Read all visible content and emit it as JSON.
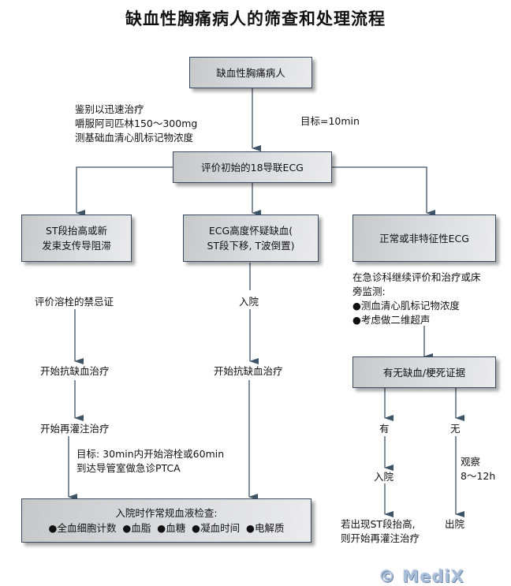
{
  "title": "缺血性胸痛病人的筛查和处理流程",
  "nodes": {
    "start": "缺血性胸痛病人",
    "ecg": "评价初始的18导联ECG",
    "st_elev": [
      "ST段抬高或新",
      "发束支传导阻滞"
    ],
    "ecg_ischemia": [
      "ECG高度怀疑缺血(",
      "ST段下移, T波倒置)"
    ],
    "normal_ecg": "正常或非特征性ECG",
    "evidence": "有无缺血/梗死证据",
    "blood_tests": {
      "heading": "入院时作常规血液检查:",
      "items": [
        "●全血细胞计数",
        "●血脂",
        "●血糖",
        "●凝血时间",
        "●电解质"
      ]
    }
  },
  "labels": {
    "initial_actions": [
      "鉴别以迅速治疗",
      "嚼服阿司匹林150～300mg",
      "测基础血清心肌标记物浓度"
    ],
    "goal_10min": "目标=10min",
    "eval_thrombolysis": "评价溶栓的禁忌证",
    "start_anti_ischemia_left": "开始抗缺血治疗",
    "start_reperfusion": "开始再灌注治疗",
    "goal_reperfusion": [
      "目标: 30min内开始溶栓或60min",
      "到达导管室做急诊PTCA"
    ],
    "admit_middle": "入院",
    "start_anti_ischemia_middle": "开始抗缺血治疗",
    "er_monitor": [
      "在急诊科继续评价和治疗或床",
      "旁监测:",
      "●测血清心肌标记物浓度",
      "●考虑做二维超声"
    ],
    "yes": "有",
    "no": "无",
    "admit_right": "入院",
    "observe": [
      "观察",
      "8～12h"
    ],
    "if_st_elev": [
      "若出现ST段抬高,",
      "则开始再灌注治疗"
    ],
    "discharge": "出院"
  },
  "watermark": "© MediX",
  "colors": {
    "line": "#3d5366",
    "box_border": "#3a4a5c",
    "watermark": "#a7bcd6"
  }
}
